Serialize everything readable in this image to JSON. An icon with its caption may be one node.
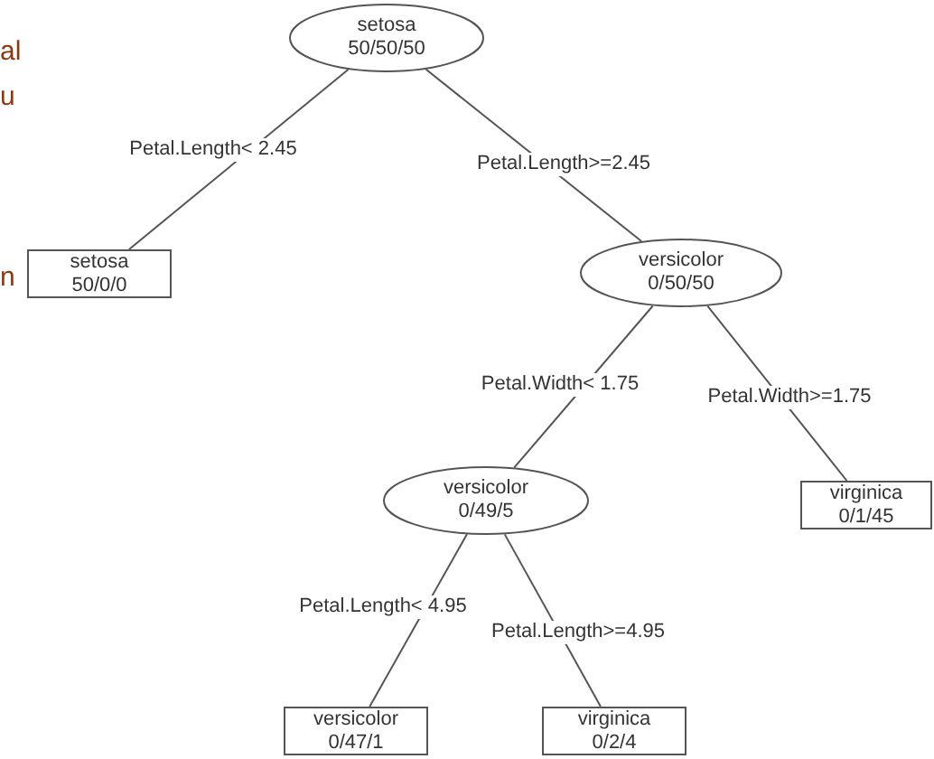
{
  "diagram": {
    "nodes": [
      {
        "text": [
          "setosa",
          "50/50/50"
        ]
      },
      {
        "text": [
          "setosa",
          "50/0/0"
        ]
      },
      {
        "text": [
          "versicolor",
          "0/50/50"
        ]
      },
      {
        "text": [
          "versicolor",
          "0/49/5"
        ]
      },
      {
        "text": [
          "virginica",
          "0/1/45"
        ]
      },
      {
        "text": [
          "versicolor",
          "0/47/1"
        ]
      },
      {
        "text": [
          "virginica",
          "0/2/4"
        ]
      }
    ],
    "edges": [
      {
        "from": 0,
        "to": 1,
        "arrow": "none",
        "label": "Petal.Length< 2.45"
      },
      {
        "from": 0,
        "to": 2,
        "arrow": "none",
        "label": "Petal.Length>=2.45"
      },
      {
        "from": 2,
        "to": 3,
        "arrow": "none",
        "label": "Petal.Width< 1.75"
      },
      {
        "from": 2,
        "to": 4,
        "arrow": "none",
        "label": "Petal.Width>=1.75"
      },
      {
        "from": 3,
        "to": 5,
        "arrow": "none",
        "label": "Petal.Length< 4.95"
      },
      {
        "from": 3,
        "to": 6,
        "arrow": "none",
        "label": "Petal.Length>=4.95"
      }
    ],
    "labels": [
      "al",
      "u",
      "n"
    ]
  }
}
